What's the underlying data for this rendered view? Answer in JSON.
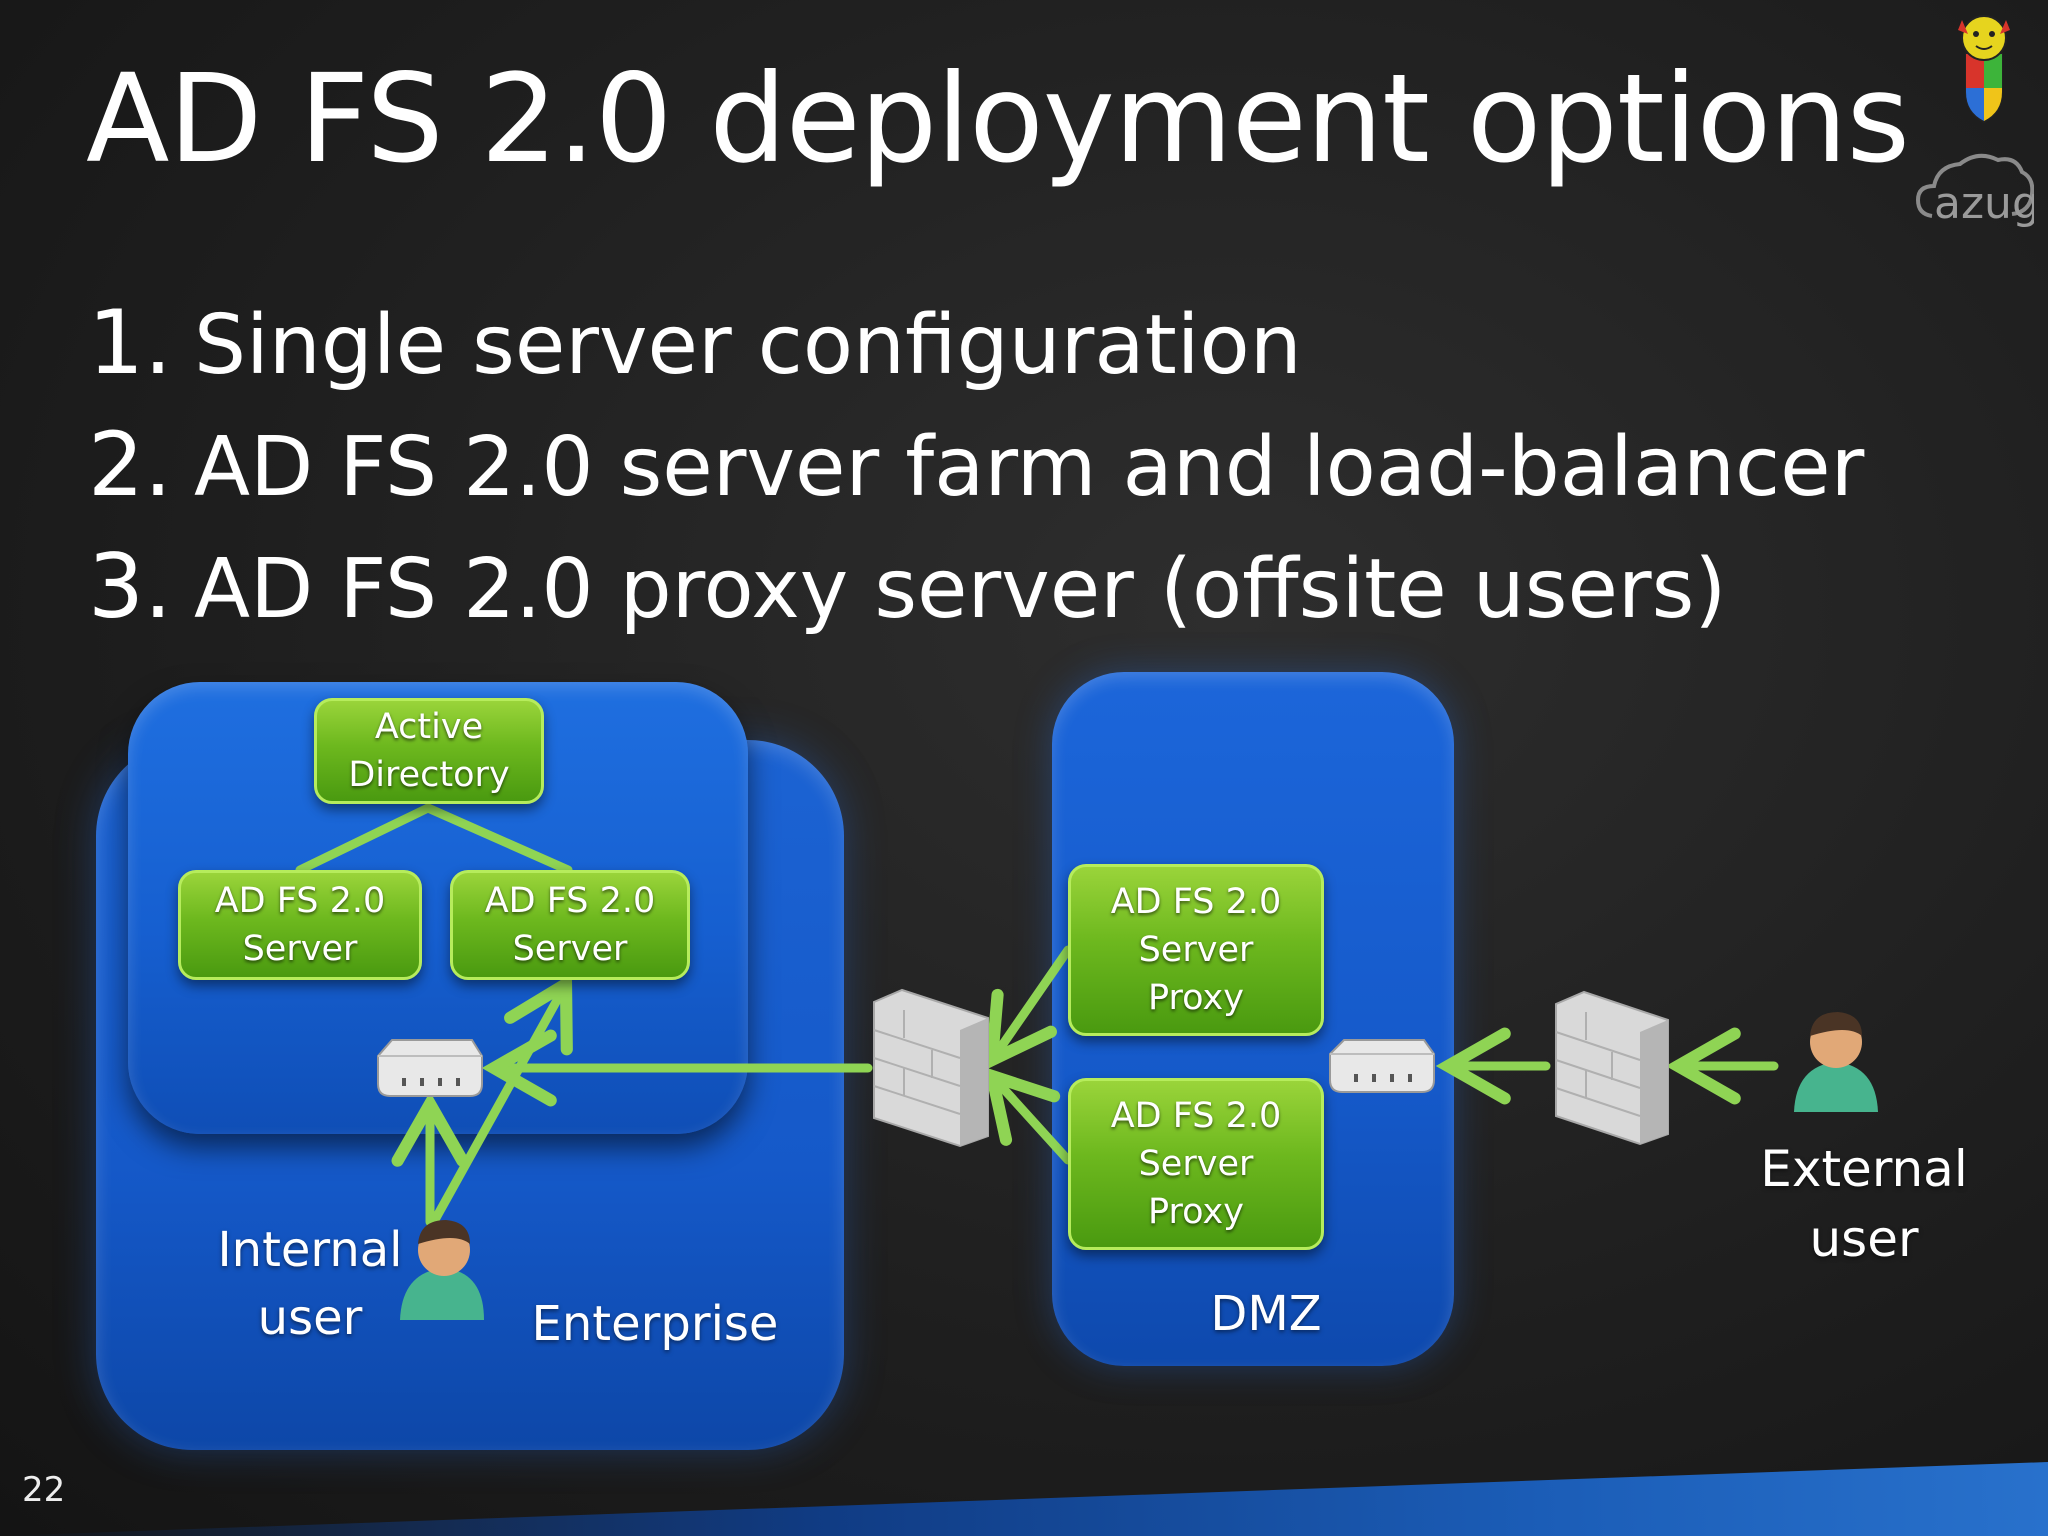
{
  "slide": {
    "title": "AD FS 2.0 deployment options",
    "page_number": "22",
    "logo_text": "azug",
    "options": [
      {
        "number": "1.",
        "text": "Single server configuration"
      },
      {
        "number": "2.",
        "text": "AD FS 2.0 server farm and load-balancer"
      },
      {
        "number": "3.",
        "text": "AD FS 2.0 proxy server (offsite users)"
      }
    ]
  },
  "diagram": {
    "nodes": {
      "active_directory": "Active\nDirectory",
      "adfs_server_1": "AD FS 2.0\nServer",
      "adfs_server_2": "AD FS 2.0\nServer",
      "proxy_1": "AD FS 2.0\nServer\nProxy",
      "proxy_2": "AD FS 2.0\nServer\nProxy"
    },
    "labels": {
      "enterprise": "Enterprise",
      "dmz": "DMZ",
      "internal_user": "Internal\nuser",
      "external_user": "External\nuser"
    },
    "icons": [
      "load-balancer-icon",
      "firewall-icon",
      "user-icon",
      "logo-icon"
    ],
    "colors": {
      "zone_blue": "#1559c9",
      "node_green": "#6db81e",
      "arrow_green": "#8fd454"
    }
  }
}
